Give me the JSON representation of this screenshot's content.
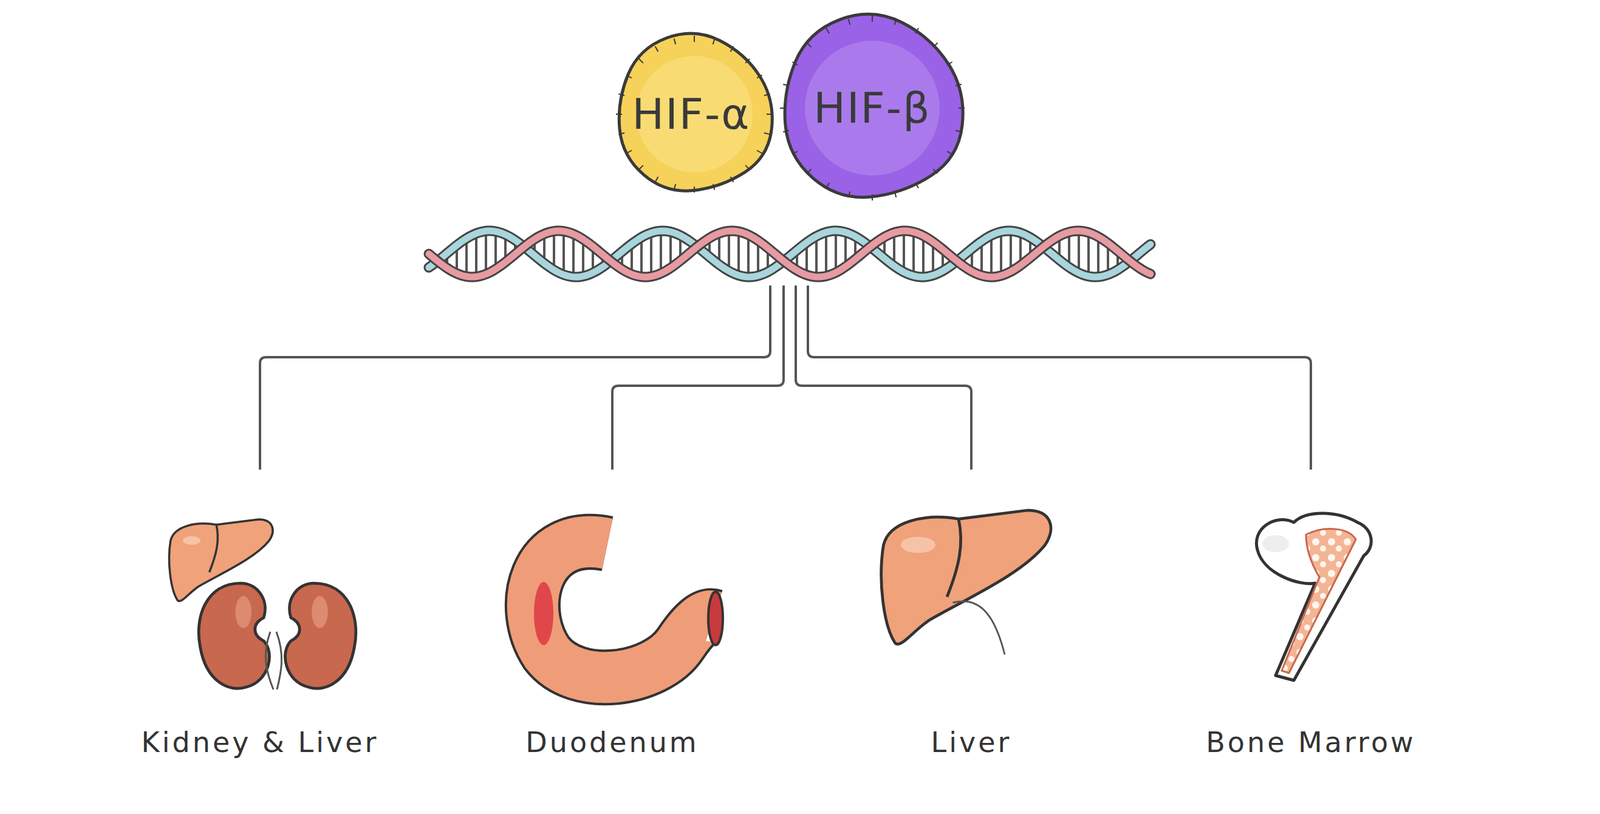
{
  "diagram": {
    "nodes": [
      {
        "text": [
          "HIF-α"
        ]
      },
      {
        "text": [
          "HIF-β"
        ]
      }
    ],
    "labels": [
      "Kidney & Liver",
      "Duodenum",
      "Liver",
      "Bone Marrow"
    ]
  }
}
